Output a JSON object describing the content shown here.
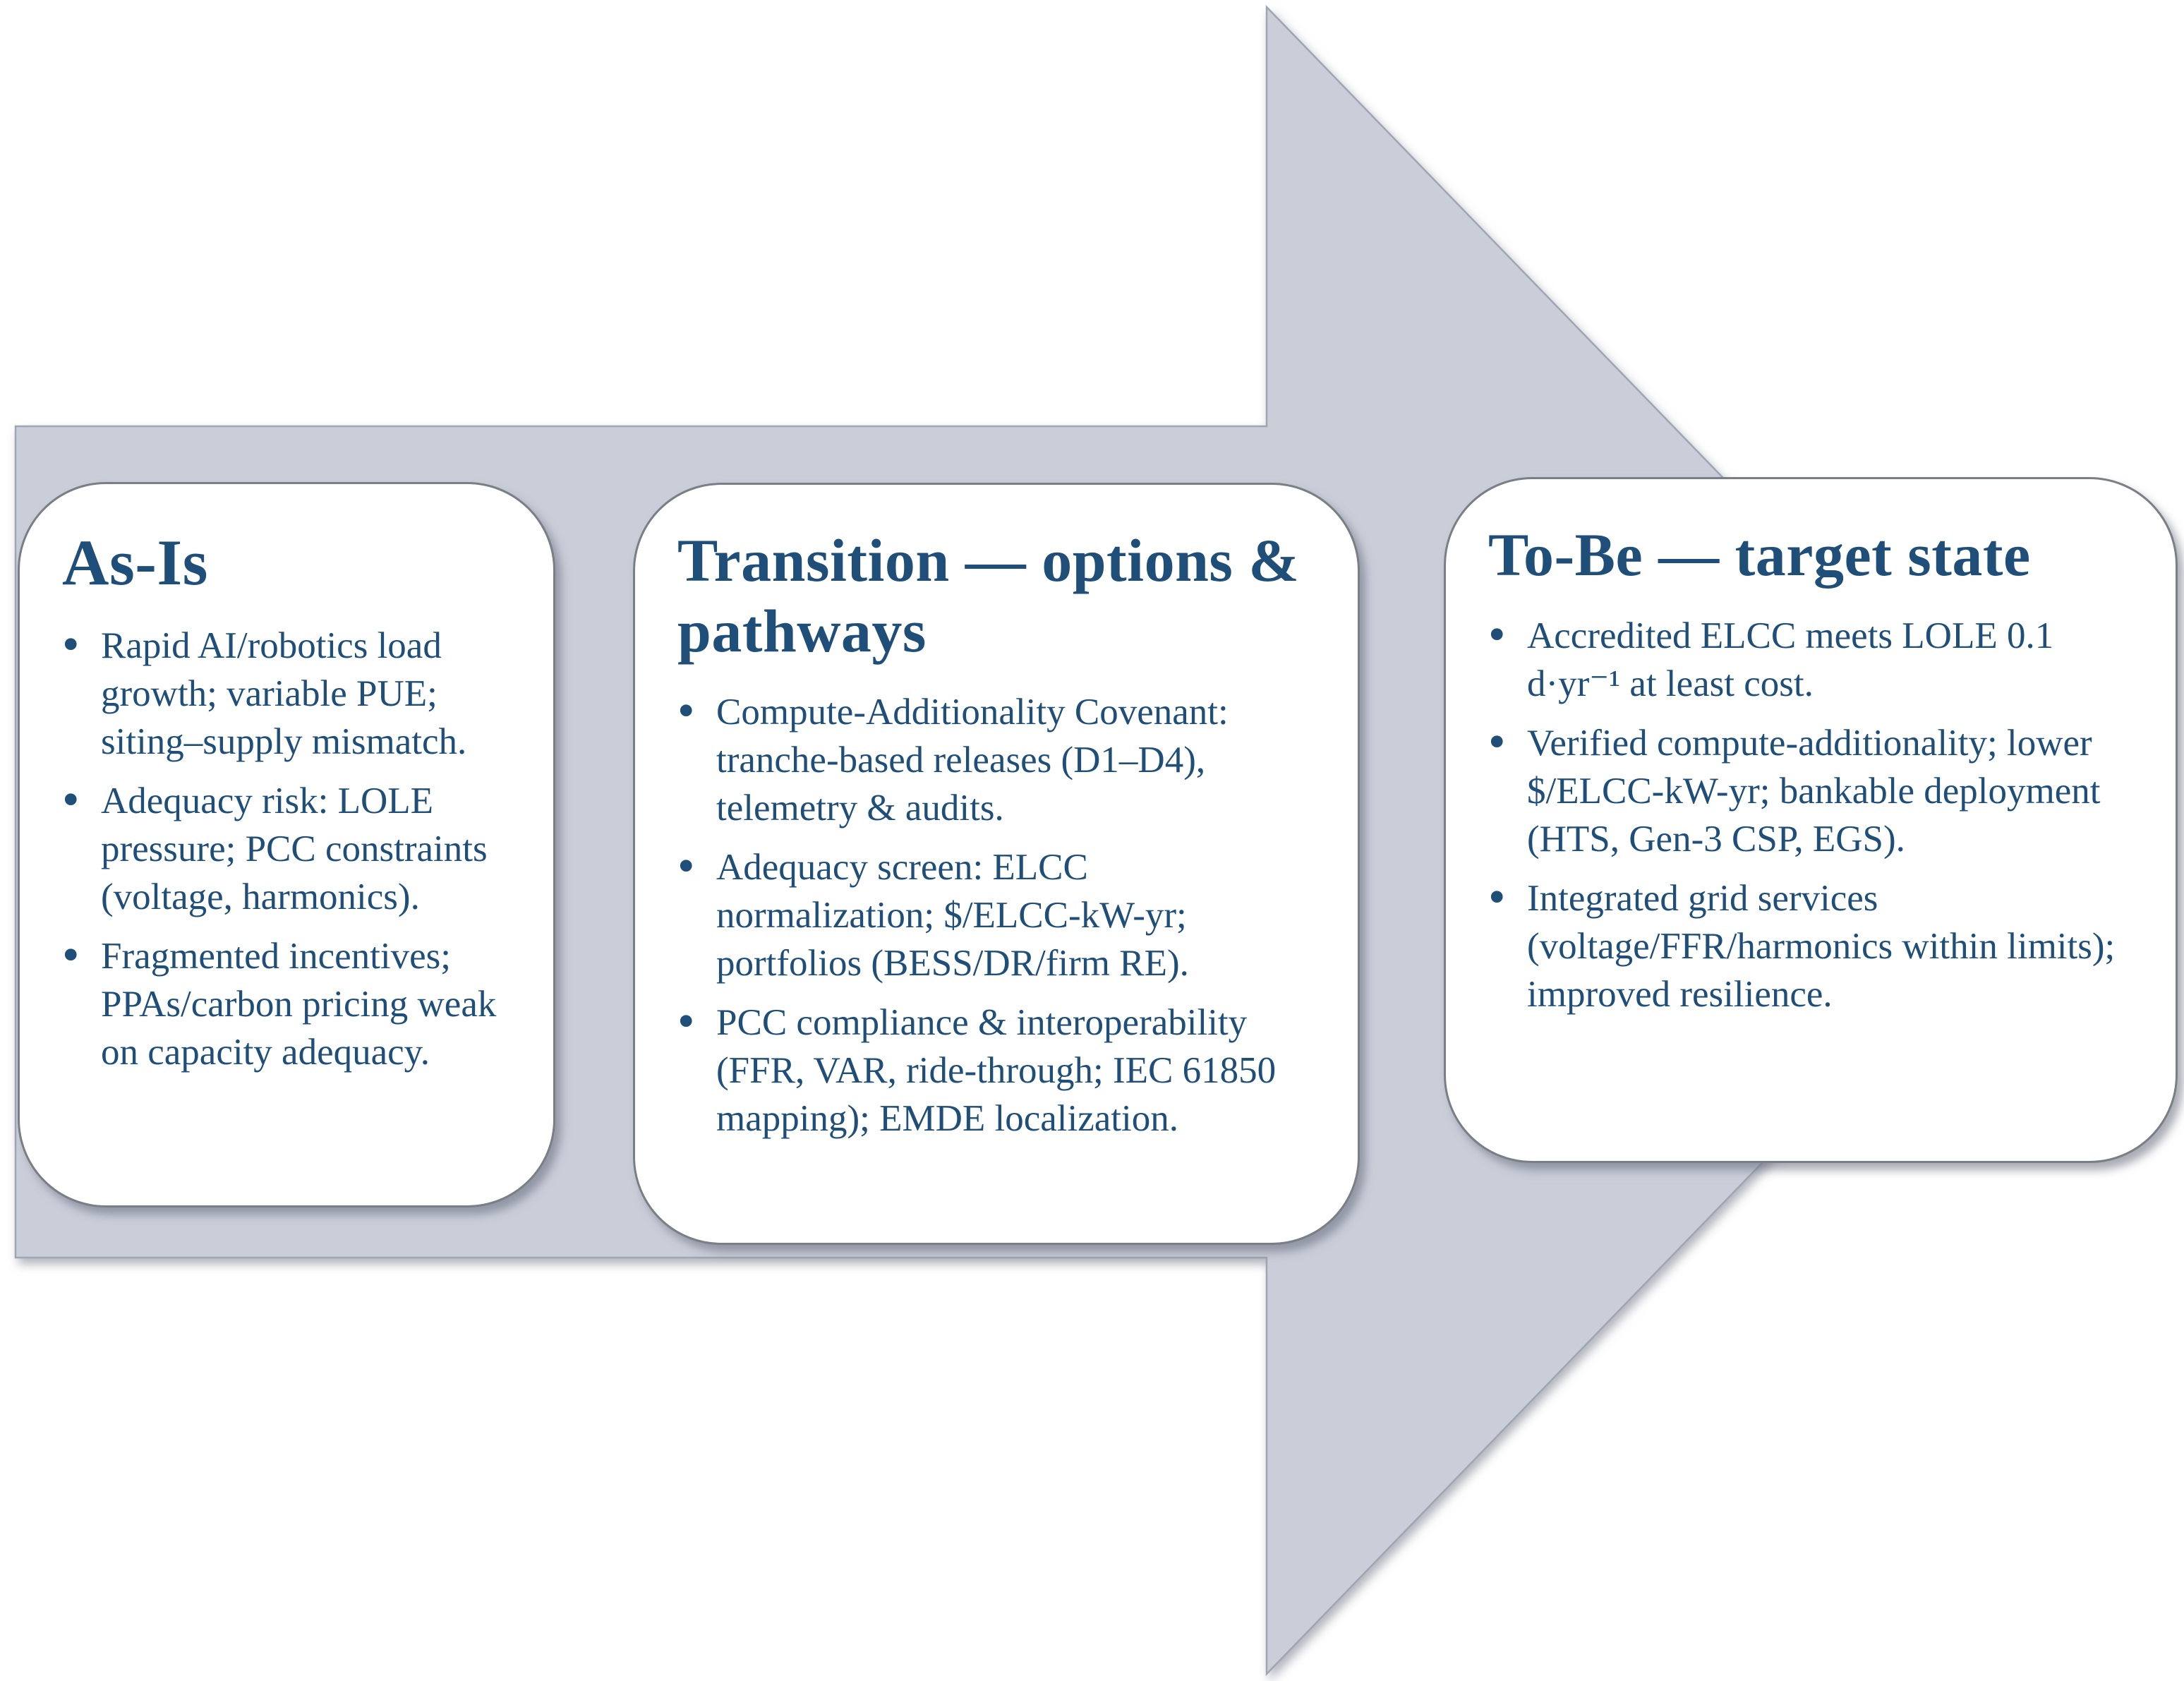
{
  "bullet_char": "•",
  "colors": {
    "text": "#1f4e79",
    "arrow_fill": "#caced9",
    "arrow_edge": "#9fa5b2",
    "card_border": "#7a7e85",
    "background": "#ffffff"
  },
  "cards": [
    {
      "title": "As-Is",
      "bullets": [
        "Rapid AI/robotics load growth; variable PUE; siting–supply mismatch.",
        "Adequacy risk: LOLE pressure; PCC constraints (voltage, harmonics).",
        "Fragmented incentives; PPAs/carbon pricing weak on capacity adequacy."
      ]
    },
    {
      "title": "Transition — options & pathways",
      "bullets": [
        "Compute-Additionality Covenant: tranche-based releases (D1–D4), telemetry & audits.",
        "Adequacy screen: ELCC normalization; $/ELCC-kW-yr; portfolios (BESS/DR/firm RE).",
        "PCC compliance & interoperability (FFR, VAR, ride-through; IEC 61850 mapping); EMDE localization."
      ]
    },
    {
      "title": "To-Be — target state",
      "bullets": [
        "Accredited ELCC meets LOLE 0.1 d·yr⁻¹ at least cost.",
        "Verified compute-additionality; lower $/ELCC-kW-yr; bankable deployment (HTS, Gen-3 CSP, EGS).",
        "Integrated grid services (voltage/FFR/harmonics within limits); improved resilience."
      ]
    }
  ]
}
